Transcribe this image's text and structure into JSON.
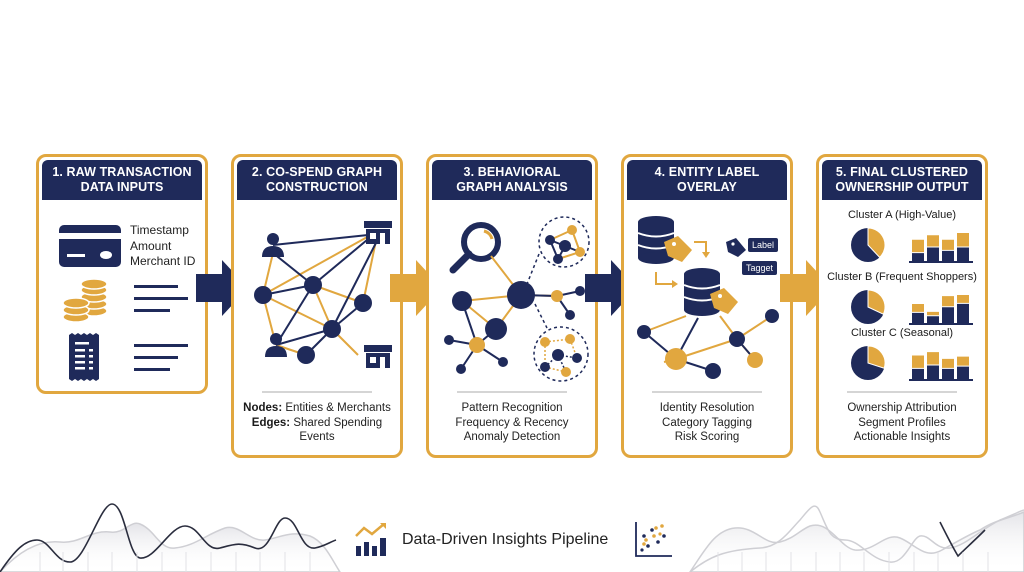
{
  "colors": {
    "navy": "#1f2a5a",
    "gold": "#e1a73f",
    "card_border": "#e1a73f",
    "text": "#222222"
  },
  "steps": [
    {
      "title_line1": "1. RAW TRANSACTION",
      "title_line2": "DATA INPUTS",
      "fields": [
        "Timestamp",
        "Amount",
        "Merchant ID"
      ],
      "icons": [
        "credit-card-icon",
        "coins-icon",
        "receipt-icon"
      ]
    },
    {
      "title_line1": "2. CO-SPEND GRAPH",
      "title_line2": "CONSTRUCTION",
      "caption": [
        {
          "key": "Nodes:",
          "value": "Entities & Merchants"
        },
        {
          "key": "Edges:",
          "value": "Shared Spending Events"
        }
      ],
      "icons": [
        "person-icon",
        "store-icon",
        "graph-node-icon"
      ]
    },
    {
      "title_line1": "3. BEHAVIORAL",
      "title_line2": "GRAPH ANALYSIS",
      "caption": [
        "Pattern Recognition",
        "Frequency & Recency",
        "Anomaly Detection"
      ],
      "icons": [
        "magnifier-icon",
        "cluster-icon"
      ]
    },
    {
      "title_line1": "4. ENTITY LABEL",
      "title_line2": "OVERLAY",
      "tags": [
        "Label",
        "Tagget"
      ],
      "caption": [
        "Identity Resolution",
        "Category Tagging",
        "Risk Scoring"
      ],
      "icons": [
        "database-icon",
        "tag-icon"
      ]
    },
    {
      "title_line1": "5. FINAL CLUSTERED",
      "title_line2": "OWNERSHIP OUTPUT",
      "clusters": [
        {
          "name": "Cluster A (High-Value)",
          "pie_gold_fraction": 0.38,
          "bars": [
            {
              "navy": 0.35,
              "gold": 0.55
            },
            {
              "navy": 0.6,
              "gold": 0.5
            },
            {
              "navy": 0.45,
              "gold": 0.45
            },
            {
              "navy": 0.6,
              "gold": 0.6
            }
          ]
        },
        {
          "name": "Cluster B (Frequent Shoppers)",
          "pie_gold_fraction": 0.32,
          "bars": [
            {
              "navy": 0.45,
              "gold": 0.35
            },
            {
              "navy": 0.3,
              "gold": 0.15
            },
            {
              "navy": 0.7,
              "gold": 0.45
            },
            {
              "navy": 0.85,
              "gold": 0.35
            }
          ]
        },
        {
          "name": "Cluster C (Seasonal)",
          "pie_gold_fraction": 0.3,
          "bars": [
            {
              "navy": 0.45,
              "gold": 0.55
            },
            {
              "navy": 0.6,
              "gold": 0.55
            },
            {
              "navy": 0.45,
              "gold": 0.4
            },
            {
              "navy": 0.55,
              "gold": 0.4
            }
          ]
        }
      ],
      "caption": [
        "Ownership Attribution",
        "Segment Profiles",
        "Actionable Insights"
      ]
    }
  ],
  "footer": {
    "title": "Data-Driven Insights Pipeline",
    "left_icon": "trend-bar-chart-icon",
    "right_icon": "scatter-plot-icon"
  }
}
